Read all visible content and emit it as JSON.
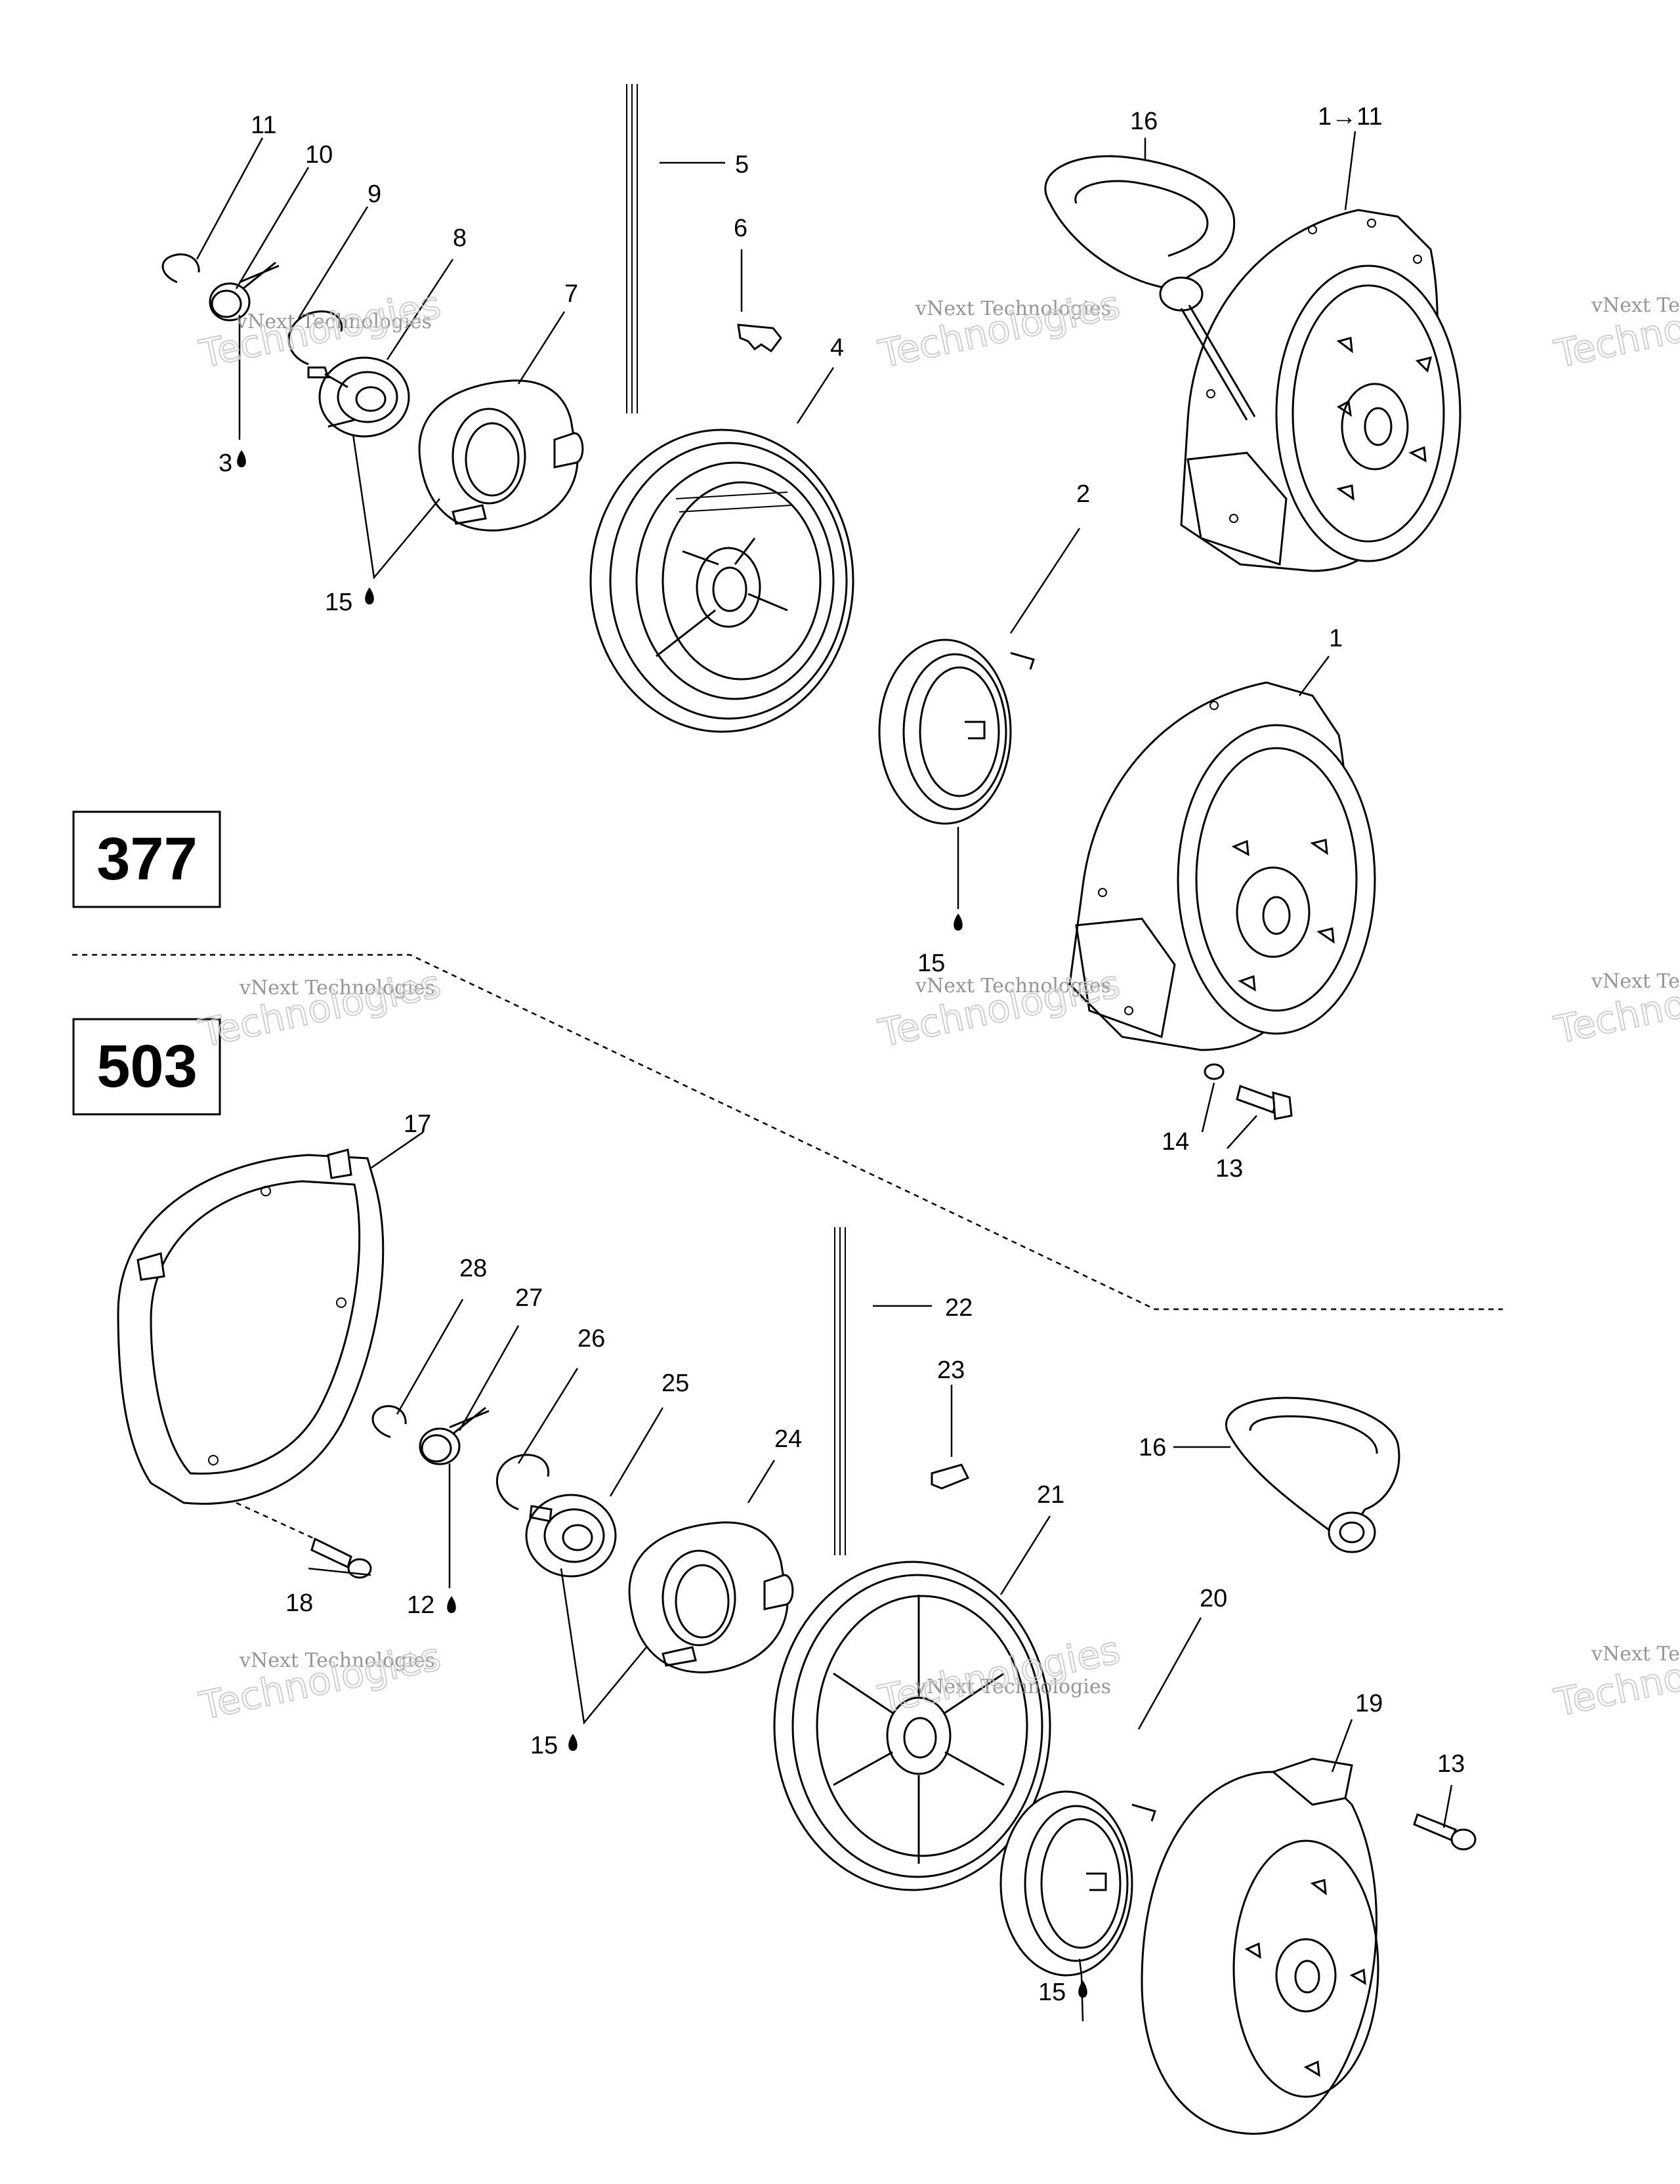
{
  "engine_boxes": [
    {
      "id": "box-377",
      "label": "377"
    },
    {
      "id": "box-503",
      "label": "503"
    }
  ],
  "watermark": {
    "line1": "vNext Technologies",
    "line2": "Technologies"
  },
  "callouts": {
    "c1": "1",
    "c2": "2",
    "c3": "3",
    "c4": "4",
    "c5": "5",
    "c6": "6",
    "c7": "7",
    "c8": "8",
    "c9": "9",
    "c10": "10",
    "c11": "11",
    "c111": "1→11",
    "c12": "12",
    "c13a": "13",
    "c13b": "13",
    "c14": "14",
    "c15a": "15",
    "c15b": "15",
    "c15c": "15",
    "c15d": "15",
    "c16a": "16",
    "c16b": "16",
    "c17": "17",
    "c18": "18",
    "c19": "19",
    "c20": "20",
    "c21": "21",
    "c22": "22",
    "c23": "23",
    "c24": "24",
    "c25": "25",
    "c26": "26",
    "c27": "27",
    "c28": "28"
  },
  "colors": {
    "line": "#000000",
    "background": "#ffffff",
    "watermark": "#9a9a9a"
  }
}
